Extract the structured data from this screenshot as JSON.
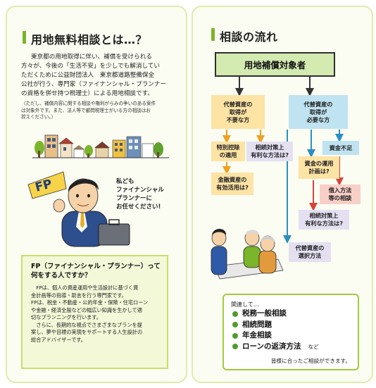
{
  "left": {
    "title": "用地無料相談とは…？",
    "intro_lines": [
      "東京都の用地取得に伴い、補償を受けられる",
      "方々が、今後の「生活不安」を少しでも解消してい",
      "ただくために公益財団法人　東京都道路整備保全",
      "公社が行う、専門家（ファイナンシャル・プランナー",
      "の資格を併せ持つ税理士）による用地相談です。"
    ],
    "note_lines": [
      "（ただし、補償内容に関する相談や権利がらみの争いのある案件",
      "は対象外です。また、法人等で顧問税理士がいる方の相談はお",
      "控えください。）"
    ],
    "fp_badge": "FP",
    "speech_lines": [
      "私ども",
      "ファイナンシャル",
      "プランナーに",
      "お任せください!"
    ],
    "fp_box": {
      "heading_lines": [
        "FP（ファイナンシャル・プランナー）って",
        "何をする人ですか？"
      ],
      "body_lines": [
        "　FPは、個人の資産運用や生活設計に基づく資",
        "金計画等の指導・助言を行う専門家です。",
        "FPは、税金・不動産・公的年金・保険・住宅ローン",
        "や金融・経済全般などの幅広い知識を生かして適",
        "切なプランニングを行います。",
        "　さらに、長期的な視点でさまざまなプランを提",
        "案し、夢や目標の実現をサポートする人生設計の",
        "総合アドバイザーです。"
      ]
    },
    "colors": {
      "accent_green": "#7ab52a",
      "box_fill": "#f3f8d8",
      "card_border": "#dfeca9"
    }
  },
  "right": {
    "title": "相談の流れ",
    "flow": {
      "target": "用地補償対象者",
      "not_needed": "代替資産の\n取得が\n不要な方",
      "needed": "代替資産の\n取得が\n必要な方",
      "special_deduction": "特別控除\nの適用",
      "inheritance_left": "相続対策上\n有利な方法は?",
      "effective_use": "金融資産の\n有効活用は?",
      "fund_shortage": "資金不足",
      "fund_plan": "資金の運用\n計画は?",
      "borrowing": "借入方法\n等の相談",
      "inheritance_right": "相続対策上\n有利な方法は?",
      "selection": "代替資産の\n選択方法"
    },
    "consult": {
      "lead": "関連して…",
      "items": [
        "税務一般相談",
        "相続問題",
        "年金相談",
        "ローンの返済方法"
      ],
      "items_suffix": "など",
      "note": "皆様に合ったご相談ができます。"
    },
    "colors": {
      "orange": "#fde3a4",
      "blue": "#bfe3f0",
      "lilac": "#e4e0f2",
      "pink": "#f8cfc7",
      "arrow_orange": "#f0a020",
      "arrow_blue": "#2b8fc1",
      "arrow_red": "#d6453a",
      "target_fill": "#d3eab0"
    }
  }
}
